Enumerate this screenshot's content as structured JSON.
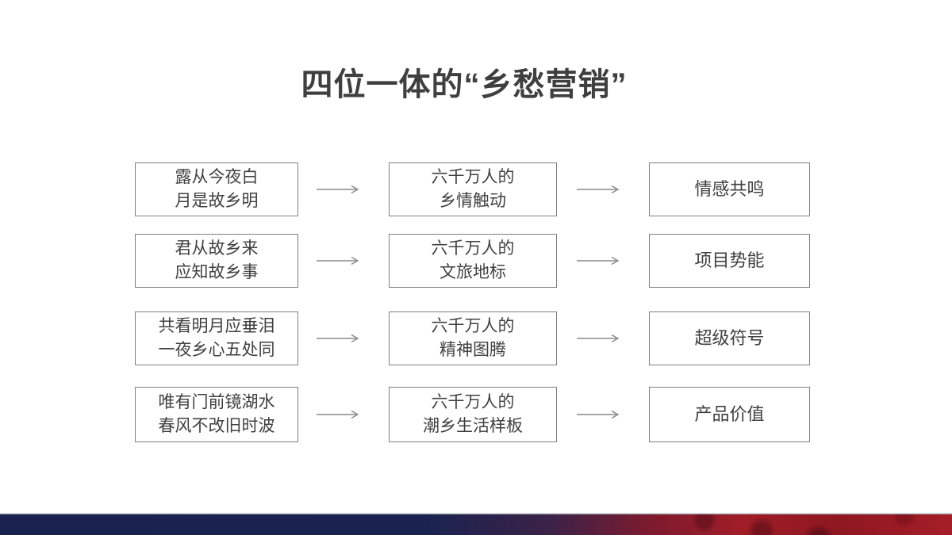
{
  "slide": {
    "title": "四位一体的“乡愁营销”",
    "flow": {
      "rows": [
        {
          "poem": [
            "露从今夜白",
            "月是故乡明"
          ],
          "theme": [
            "六千万人的",
            "乡情触动"
          ],
          "value": "情感共鸣"
        },
        {
          "poem": [
            "君从故乡来",
            "应知故乡事"
          ],
          "theme": [
            "六千万人的",
            "文旅地标"
          ],
          "value": "项目势能"
        },
        {
          "poem": [
            "共看明月应垂泪",
            "一夜乡心五处同"
          ],
          "theme": [
            "六千万人的",
            "精神图腾"
          ],
          "value": "超级符号"
        },
        {
          "poem": [
            "唯有门前镜湖水",
            "春风不改旧时波"
          ],
          "theme": [
            "六千万人的",
            "潮乡生活样板"
          ],
          "value": "产品价值"
        }
      ]
    },
    "colors": {
      "title_text": "#3f3f3f",
      "box_border": "#7f7f7f",
      "box_text": "#404040",
      "arrow": "#808080",
      "footer_navy": "#1a2350",
      "footer_red": "#a51e27"
    }
  }
}
